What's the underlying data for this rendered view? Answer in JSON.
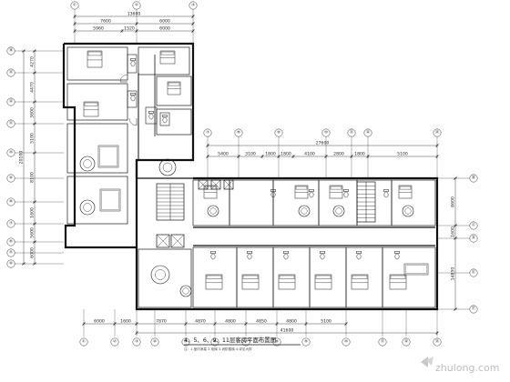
{
  "drawing": {
    "title": "4、5、6、9、11层客房平面布置图",
    "subtitle": "注：1.室内净高 2.电梯 3.消防楼梯 4.详见大样",
    "watermark": "zhulong.com"
  },
  "dimensions": {
    "top_overall": "13600",
    "top_parts": [
      "7600",
      "6000"
    ],
    "top_sub": [
      "5960",
      "1520",
      "6000"
    ],
    "east_overall": "27600",
    "east_parts": [
      "5400",
      "3100",
      "1800",
      "1800",
      "4100",
      "2800",
      "1800",
      "5100"
    ],
    "left_parts": [
      "4270",
      "4470",
      "3600",
      "5100",
      "8100",
      "1600",
      "5600",
      "6000"
    ],
    "left_overall": "20100",
    "right_parts": [
      "8600",
      "1600",
      "14850"
    ],
    "bottom_parts": [
      "6000",
      "1600",
      "7870",
      "4870",
      "4800",
      "4850",
      "4800",
      "5100"
    ],
    "bottom_overall": "41600"
  },
  "axes": {
    "top": [
      "①",
      "②",
      "③"
    ],
    "left": [
      "⑭",
      "⑬",
      "⑫",
      "⑪",
      "⑩",
      "⑨",
      "⑧",
      "⑦",
      "⑥",
      "⑤",
      "④"
    ],
    "east_top": [
      "⑦",
      "⑧",
      "⑨",
      "⑩",
      "⑪",
      "⑫",
      "⑬"
    ],
    "right": [
      "Ⓑ",
      "Ⓒ",
      "Ⓓ",
      "Ⓔ",
      "Ⓕ"
    ],
    "bottom": [
      "①",
      "②",
      "③",
      "④",
      "⑤",
      "⑥",
      "⑦",
      "⑧",
      "⑨",
      "⑩",
      "⑪",
      "⑫",
      "⑬"
    ]
  },
  "colors": {
    "line": "#1a1a1a",
    "wall": "#111111",
    "axis": "#333333",
    "background": "#ffffff",
    "watermark": "#bdbdbd"
  },
  "icons": {
    "bed": "bed-icon",
    "sofa": "sofa-icon",
    "toilet": "toilet-icon",
    "stair": "stair-icon",
    "elevator": "elevator-icon",
    "round_table": "round-table-icon",
    "door": "door-swing-icon"
  }
}
